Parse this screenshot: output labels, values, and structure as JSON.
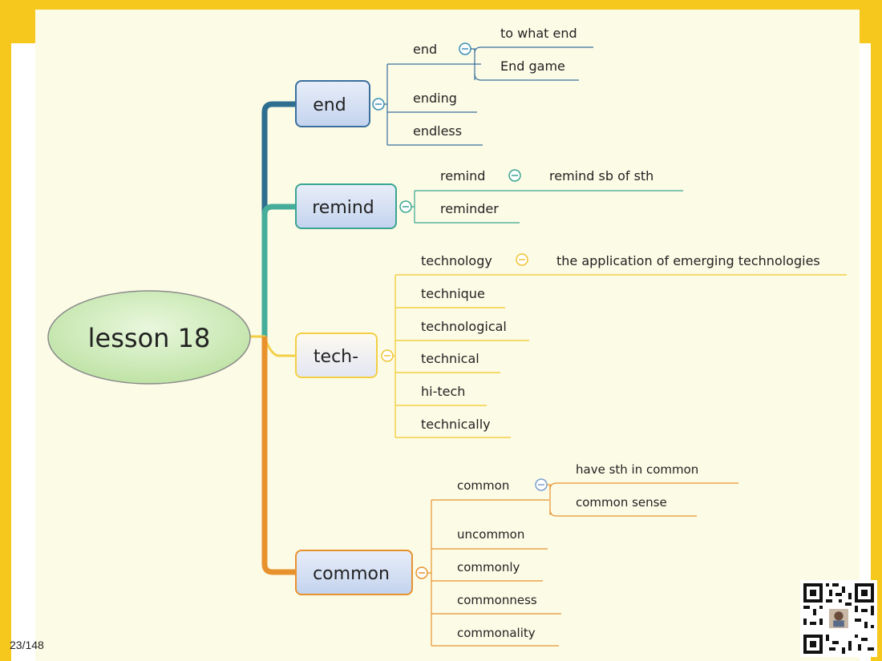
{
  "root": {
    "label": "lesson 18"
  },
  "branches": {
    "end": {
      "label": "end",
      "sub_end": "end",
      "to_what_end": "to what end",
      "end_game": "End game",
      "ending": "ending",
      "endless": "endless"
    },
    "remind": {
      "label": "remind",
      "sub_remind": "remind",
      "remind_sb": "remind  sb of  sth",
      "reminder": "reminder"
    },
    "tech": {
      "label": "tech-",
      "technology": "technology",
      "application": "the application of emerging technologies",
      "technique": "technique",
      "technological": "technological",
      "technical": "technical",
      "hitech": "hi-tech",
      "technically": "technically"
    },
    "common": {
      "label": "common",
      "sub_common": "common",
      "have_sth": "have  sth  in  common",
      "common_sense": "common  sense",
      "uncommon": "uncommon",
      "commonly": "commonly",
      "commonness": "commonness",
      "commonality": "commonality"
    }
  },
  "footer": {
    "page": "23/148"
  },
  "colors": {
    "end": "#2e6e8e",
    "remind": "#3aa592",
    "tech": "#f3cf45",
    "common": "#e8922e"
  }
}
